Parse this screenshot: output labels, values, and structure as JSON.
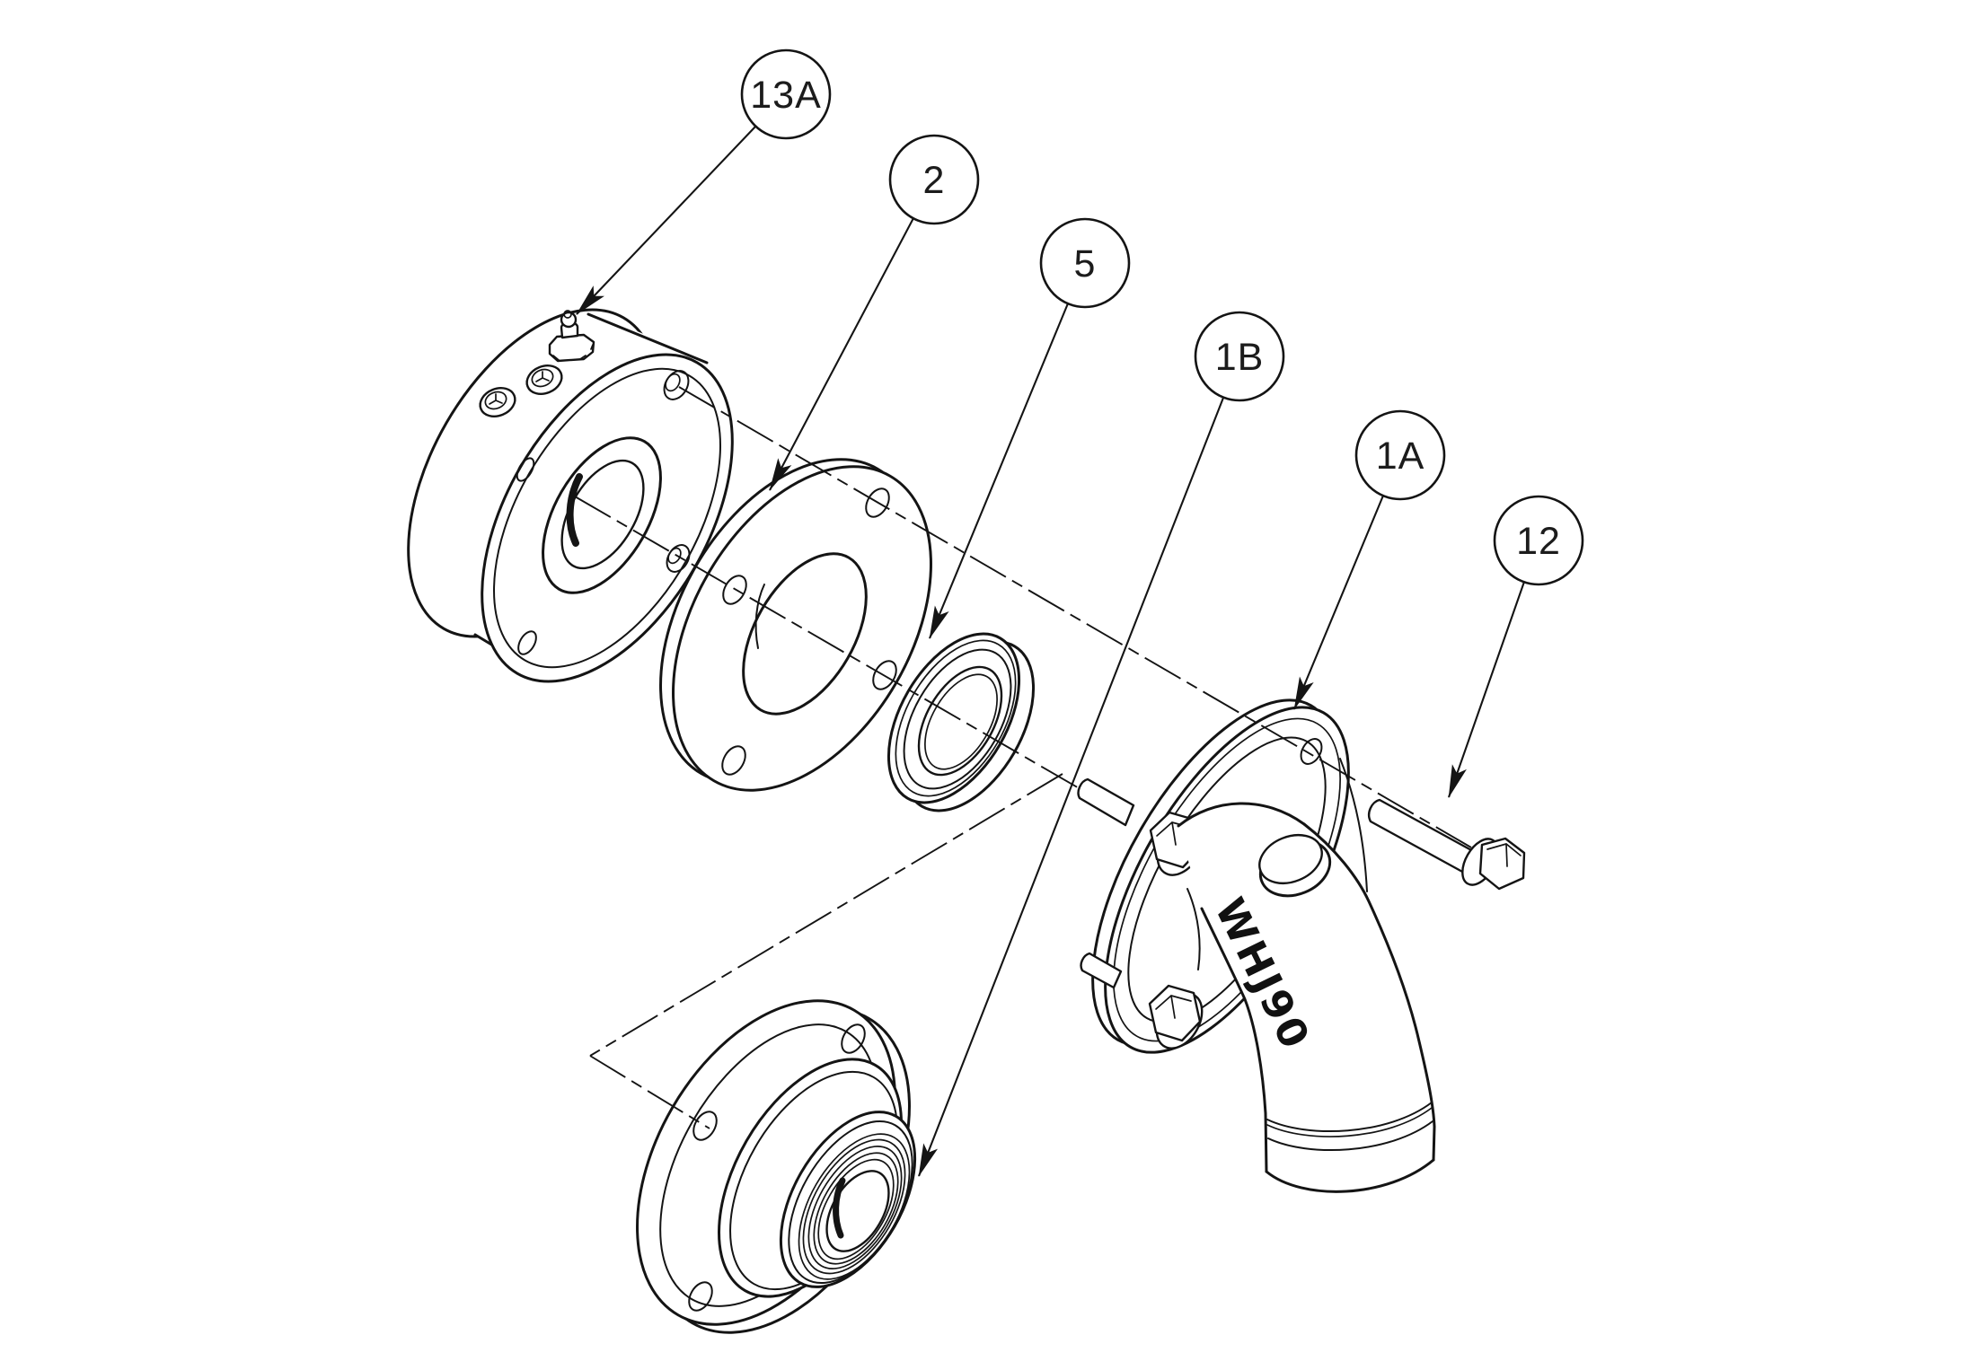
{
  "drawing": {
    "kind": "exploded-view parts diagram",
    "part_marking": "WHJ90",
    "colors": {
      "line": "#141414",
      "background": "#ffffff"
    },
    "balloons": [
      {
        "label": "13A",
        "target": "grease-fitting"
      },
      {
        "label": "2",
        "target": "gasket"
      },
      {
        "label": "5",
        "target": "seal-ring"
      },
      {
        "label": "1B",
        "target": "threaded-hub-flange"
      },
      {
        "label": "1A",
        "target": "elbow-flange"
      },
      {
        "label": "12",
        "target": "hex-flange-bolt"
      }
    ]
  }
}
